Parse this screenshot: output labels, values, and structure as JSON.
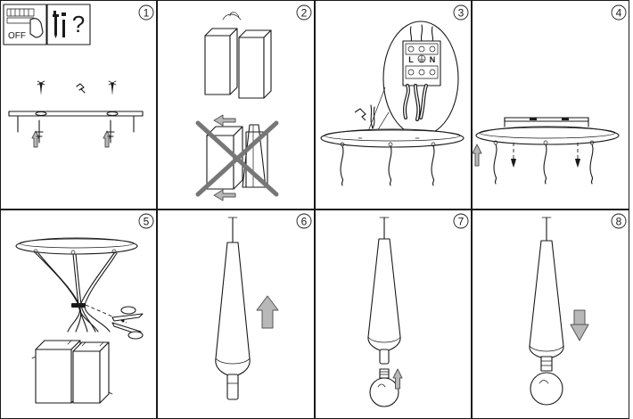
{
  "steps": [
    {
      "number": "1"
    },
    {
      "number": "2"
    },
    {
      "number": "3"
    },
    {
      "number": "4"
    },
    {
      "number": "5"
    },
    {
      "number": "6"
    },
    {
      "number": "7"
    },
    {
      "number": "8"
    }
  ],
  "switch_label": "OFF",
  "tool_query_symbol": "?",
  "terminal_labels": {
    "live": "L",
    "neutral": "N"
  },
  "colors": {
    "line": "#1a1a1a",
    "arrow_fill": "#b8b8b8",
    "cross": "#777777"
  }
}
